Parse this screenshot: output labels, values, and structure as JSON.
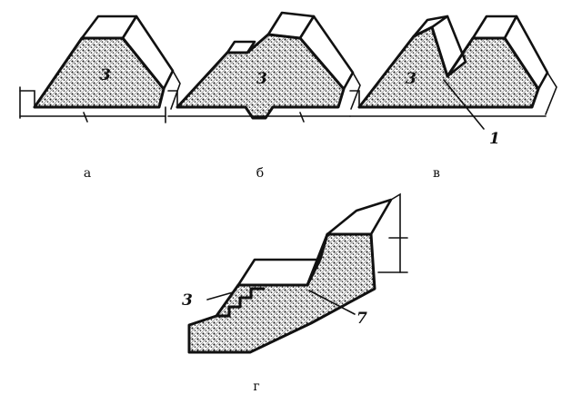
{
  "panels": [
    {
      "id": "a",
      "caption": "а",
      "layer_label": "3"
    },
    {
      "id": "b",
      "caption": "б",
      "layer_label": "3"
    },
    {
      "id": "v",
      "caption": "в",
      "layer_label": "3",
      "callout": "1"
    },
    {
      "id": "g",
      "caption": "г",
      "layer_label": "3",
      "callout": "7"
    }
  ]
}
